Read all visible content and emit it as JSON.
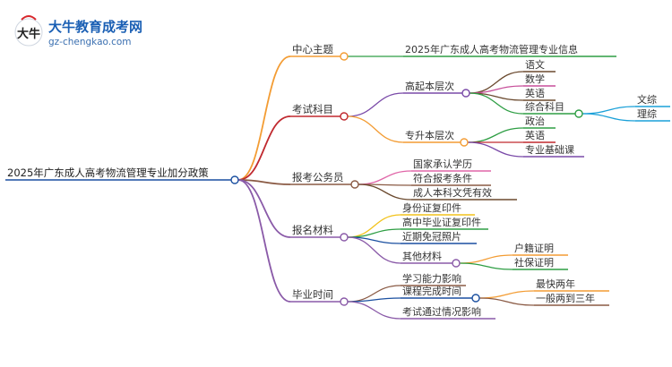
{
  "logo": {
    "title": "大牛教育成考网",
    "url": "gz-chengkao.com",
    "mark_text": "大牛"
  },
  "mindmap": {
    "root": "2025年广东成人高考物流管理专业加分政策",
    "branches": [
      {
        "label": "中心主题",
        "color": "#f39c33",
        "children": [
          {
            "label": "2025年广东成人高考物流管理专业信息",
            "color": "#2e9e44",
            "children": []
          }
        ]
      },
      {
        "label": "考试科目",
        "color": "#c0292f",
        "children": [
          {
            "label": "高起本层次",
            "color": "#7a4aa8",
            "children": [
              {
                "label": "语文",
                "color": "#6b4a2f",
                "children": []
              },
              {
                "label": "数学",
                "color": "#c74f9a",
                "children": []
              },
              {
                "label": "英语",
                "color": "#6b4a2f",
                "children": []
              },
              {
                "label": "综合科目",
                "color": "#2e9e44",
                "children": [
                  {
                    "label": "文综",
                    "color": "#1aa0d8",
                    "children": []
                  },
                  {
                    "label": "理综",
                    "color": "#1aa0d8",
                    "children": []
                  }
                ]
              }
            ]
          },
          {
            "label": "专升本层次",
            "color": "#f39c33",
            "children": [
              {
                "label": "政治",
                "color": "#2e9e44",
                "children": []
              },
              {
                "label": "英语",
                "color": "#c0292f",
                "children": []
              },
              {
                "label": "专业基础课",
                "color": "#7a4aa8",
                "children": []
              }
            ]
          }
        ]
      },
      {
        "label": "报考公务员",
        "color": "#8a5a44",
        "children": [
          {
            "label": "国家承认学历",
            "color": "#e066a8",
            "children": []
          },
          {
            "label": "符合报考条件",
            "color": "#8a5a44",
            "children": []
          },
          {
            "label": "成人本科文凭有效",
            "color": "#6b4a2f",
            "children": []
          }
        ]
      },
      {
        "label": "报名材料",
        "color": "#8a5aa8",
        "children": [
          {
            "label": "身份证复印件",
            "color": "#f2c21a",
            "children": []
          },
          {
            "label": "高中毕业证复印件",
            "color": "#2e9e44",
            "children": []
          },
          {
            "label": "近期免冠照片",
            "color": "#1a4fa0",
            "children": []
          },
          {
            "label": "其他材料",
            "color": "#8a5aa8",
            "children": [
              {
                "label": "户籍证明",
                "color": "#f39c33",
                "children": []
              },
              {
                "label": "社保证明",
                "color": "#2e9e44",
                "children": []
              }
            ]
          }
        ]
      },
      {
        "label": "毕业时间",
        "color": "#8a5aa8",
        "children": [
          {
            "label": "学习能力影响",
            "color": "#8a5a44",
            "children": []
          },
          {
            "label": "课程完成时间",
            "color": "#1a4fa0",
            "children": [
              {
                "label": "最快两年",
                "color": "#f39c33",
                "children": []
              },
              {
                "label": "一般两到三年",
                "color": "#8a5a44",
                "children": []
              }
            ]
          },
          {
            "label": "考试通过情况影响",
            "color": "#8a5aa8",
            "children": []
          }
        ]
      }
    ]
  }
}
